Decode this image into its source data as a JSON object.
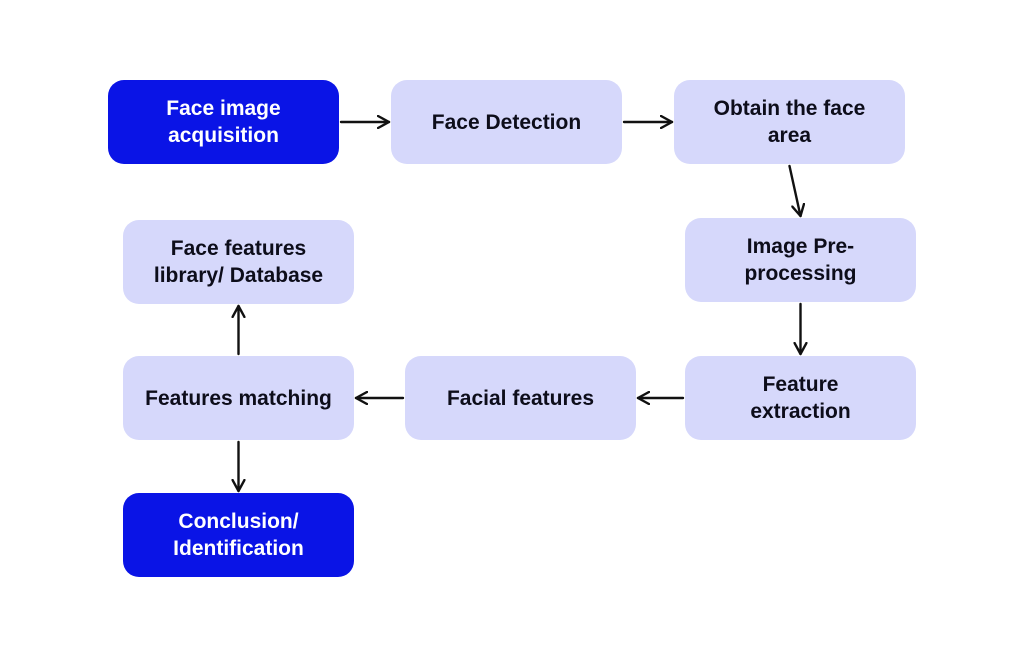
{
  "colors": {
    "primary_fill": "#0a14e6",
    "primary_text": "#ffffff",
    "secondary_fill": "#d6d8fb",
    "secondary_text": "#0d0d1a",
    "arrow": "#111111"
  },
  "nodes": [
    {
      "id": "acquisition",
      "label": "Face image\nacquisition",
      "style": "primary"
    },
    {
      "id": "detection",
      "label": "Face Detection",
      "style": "secondary"
    },
    {
      "id": "face_area",
      "label": "Obtain the face\narea",
      "style": "secondary"
    },
    {
      "id": "preprocessing",
      "label": "Image Pre-\nprocessing",
      "style": "secondary"
    },
    {
      "id": "extraction",
      "label": "Feature\nextraction",
      "style": "secondary"
    },
    {
      "id": "facial_features",
      "label": "Facial features",
      "style": "secondary"
    },
    {
      "id": "matching",
      "label": "Features matching",
      "style": "secondary"
    },
    {
      "id": "library",
      "label": "Face features\nlibrary/ Database",
      "style": "secondary"
    },
    {
      "id": "conclusion",
      "label": "Conclusion/\nIdentification",
      "style": "primary"
    }
  ],
  "edges": [
    {
      "from": "acquisition",
      "to": "detection"
    },
    {
      "from": "detection",
      "to": "face_area"
    },
    {
      "from": "face_area",
      "to": "preprocessing"
    },
    {
      "from": "preprocessing",
      "to": "extraction"
    },
    {
      "from": "extraction",
      "to": "facial_features"
    },
    {
      "from": "facial_features",
      "to": "matching"
    },
    {
      "from": "matching",
      "to": "library"
    },
    {
      "from": "matching",
      "to": "conclusion"
    }
  ]
}
